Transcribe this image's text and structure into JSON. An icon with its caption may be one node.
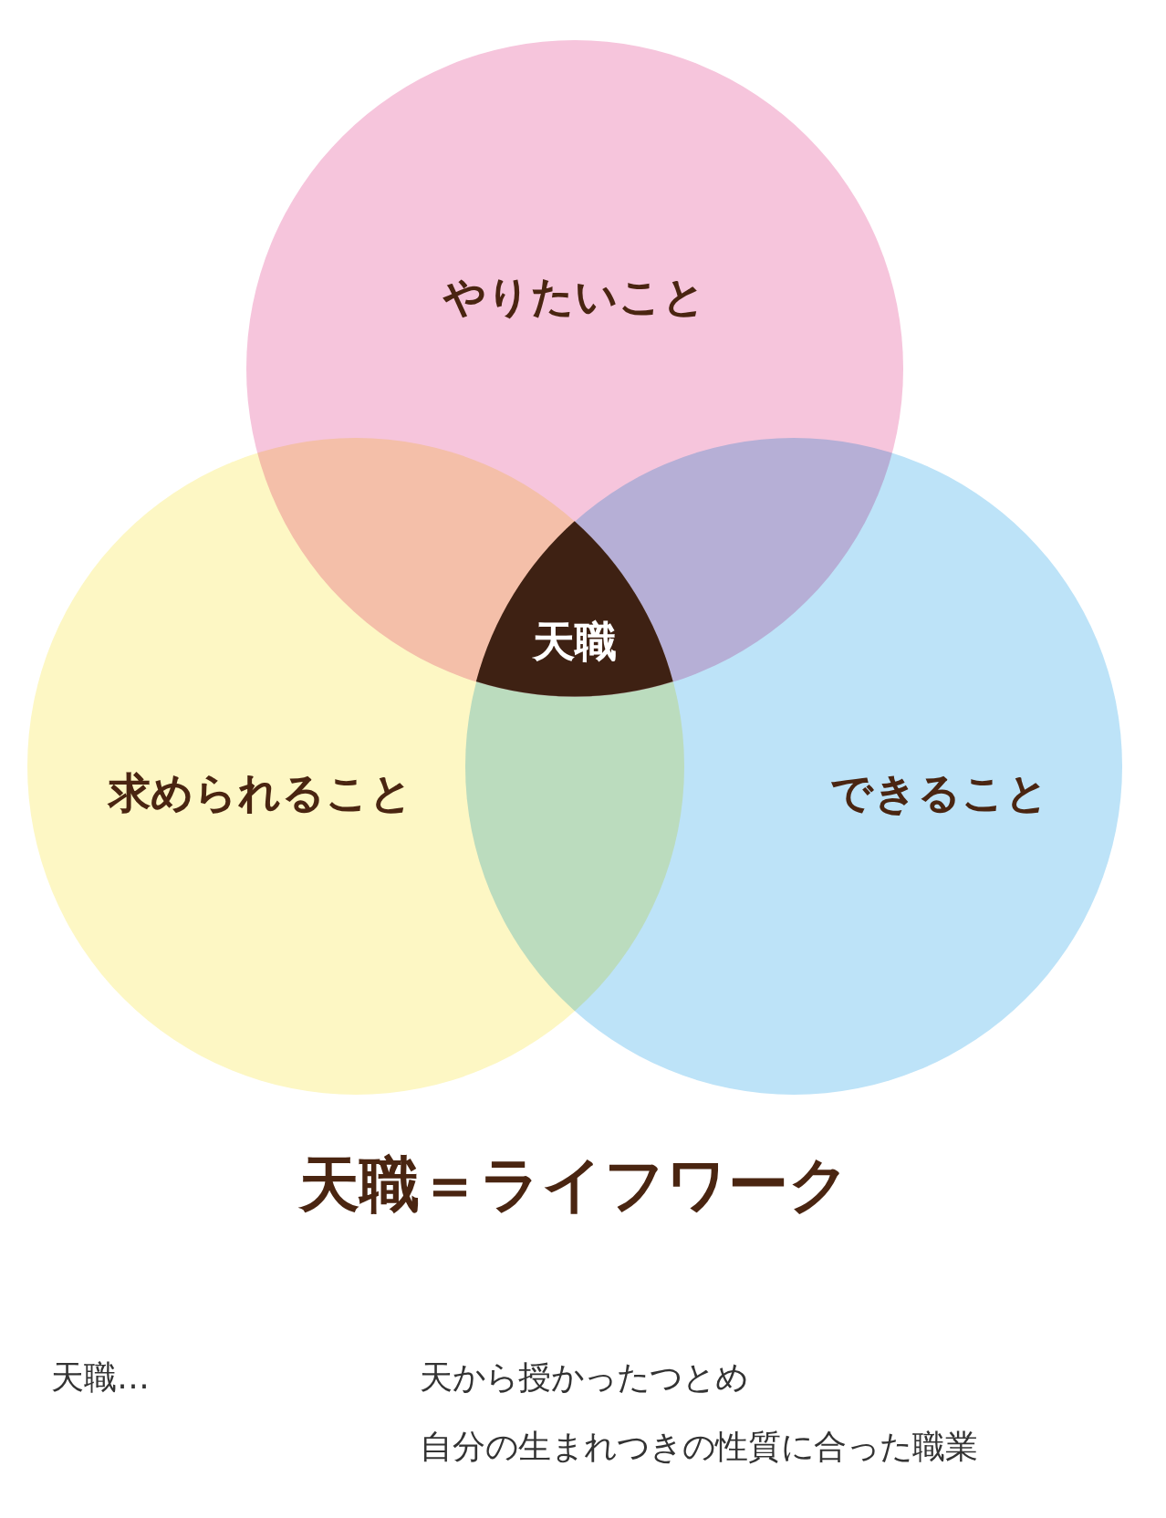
{
  "diagram": {
    "caption": "天職＝ライフワーク",
    "nodes": [
      {
        "text": [
          "やりたいこと"
        ]
      },
      {
        "text": [
          "求められること"
        ]
      },
      {
        "text": [
          "できること"
        ]
      },
      {
        "text": [
          "天職"
        ]
      }
    ],
    "labels": [
      "天職…",
      "天から授かったつとめ",
      "自分の生まれつきの性質に合った職業"
    ]
  }
}
